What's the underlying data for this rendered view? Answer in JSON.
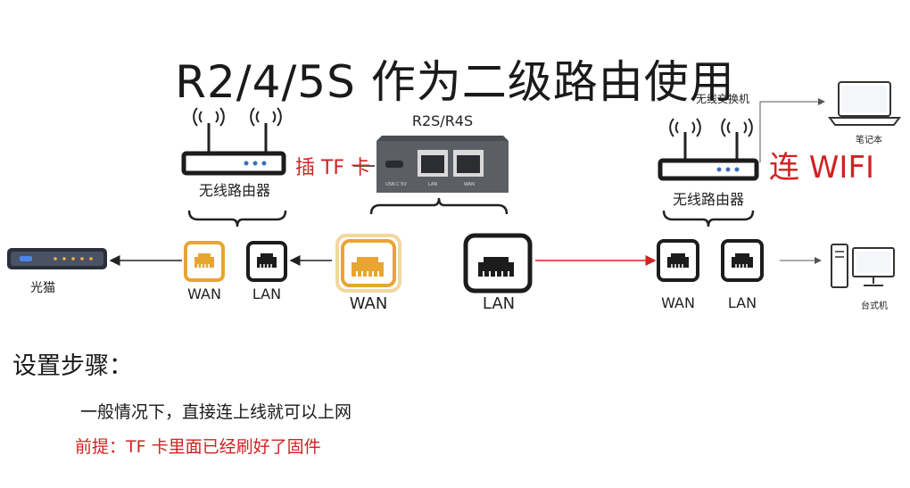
{
  "title": "R2/4/5S 作为二级路由使用",
  "labels": {
    "modem": "光猫",
    "router1": "无线路由器",
    "router2": "无线路由器",
    "device": "R2S/R4S",
    "switch": "无线交换机",
    "laptop": "笔记本",
    "desktop": "台式机",
    "insert_tf": "插 TF 卡",
    "connect_wifi": "连 WIFI",
    "wan_small1": "WAN",
    "lan_small1": "LAN",
    "wan_big": "WAN",
    "lan_big": "LAN",
    "wan_small2": "WAN",
    "lan_small2": "LAN",
    "port_usb": "USB-C 5V",
    "port_lan": "LAN",
    "port_wan": "WAN"
  },
  "steps": {
    "heading": "设置步骤：",
    "line1": "一般情况下，直接连上线就可以上网",
    "line2": "前提：TF 卡里面已经刷好了固件"
  },
  "colors": {
    "wan_orange": "#e8a531",
    "accent_red": "#d22222",
    "dark": "#1c1c1c"
  }
}
